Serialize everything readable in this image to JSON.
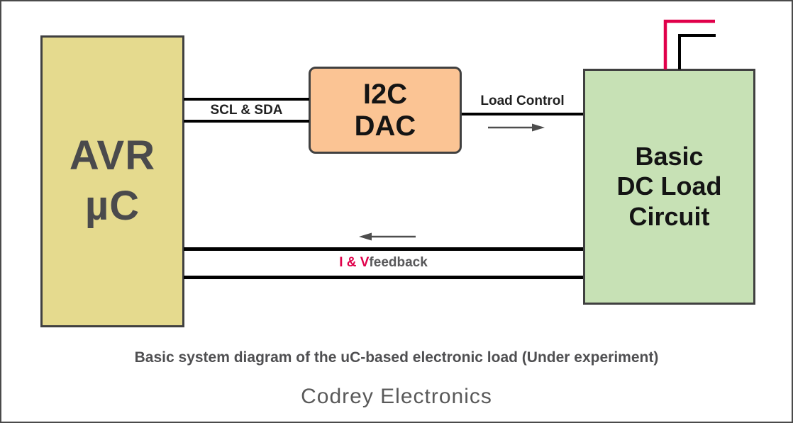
{
  "diagram": {
    "blocks": {
      "avr": {
        "line1": "AVR",
        "line2": "µC",
        "fill": "#e5da8e"
      },
      "dac": {
        "line1": "I2C",
        "line2": "DAC",
        "fill": "#fbc494"
      },
      "load": {
        "line1": "Basic",
        "line2": "DC Load",
        "line3": "Circuit",
        "fill": "#c7e1b5"
      }
    },
    "connections": {
      "scl_sda": {
        "label": "SCL & SDA"
      },
      "load_control": {
        "label": "Load Control"
      },
      "feedback": {
        "label_highlight": "I & V",
        "label_rest": " feedback"
      }
    },
    "caption": "Basic system diagram of the uC-based electronic load (Under experiment)",
    "brand": "Codrey Electronics"
  },
  "colors": {
    "accent_red": "#e0004a",
    "wire_black": "#000000",
    "arrow_gray": "#4d4d4d",
    "block_border": "#404040",
    "avr_fill": "#e5da8e",
    "dac_fill": "#fbc494",
    "load_fill": "#c7e1b5"
  }
}
